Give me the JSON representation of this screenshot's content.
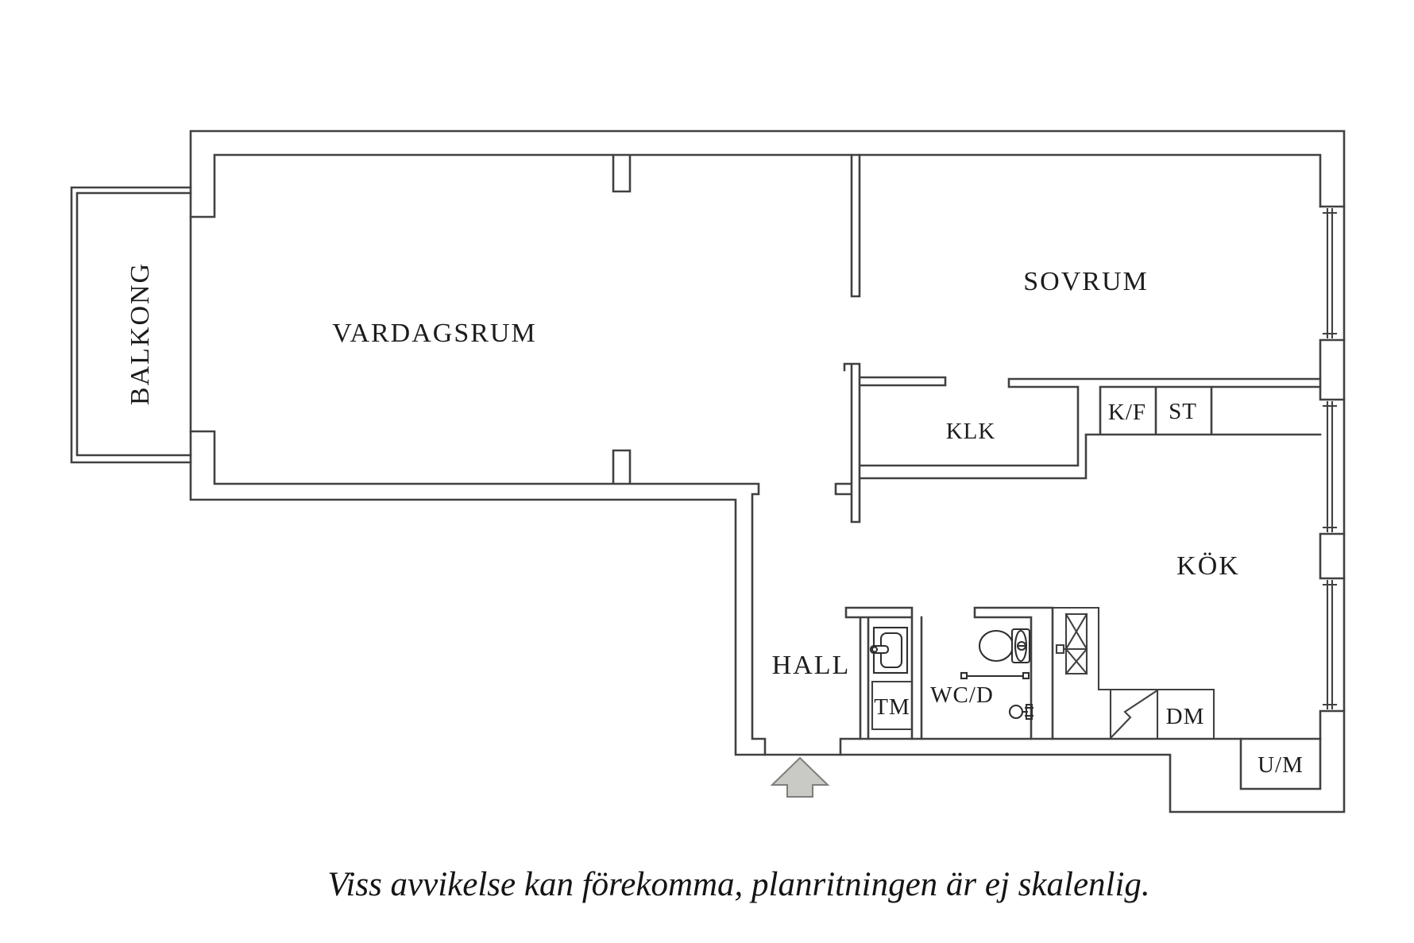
{
  "plan": {
    "labels": {
      "balkong": "BALKONG",
      "vardagsrum": "VARDAGSRUM",
      "sovrum": "SOVRUM",
      "klk": "KLK",
      "kok": "KÖK",
      "hall": "HALL",
      "wcd": "WC/D",
      "kf": "K/F",
      "st": "ST",
      "tm": "TM",
      "dm": "DM",
      "um": "U/M"
    },
    "caption": "Viss avvikelse kan förekomma, planritningen är ej skalenlig.",
    "colors": {
      "background": "#ffffff",
      "wall": "#414141",
      "text": "#1c1c1c",
      "arrow_fill": "#c9c9c5",
      "arrow_stroke": "#7e7e7a"
    }
  }
}
